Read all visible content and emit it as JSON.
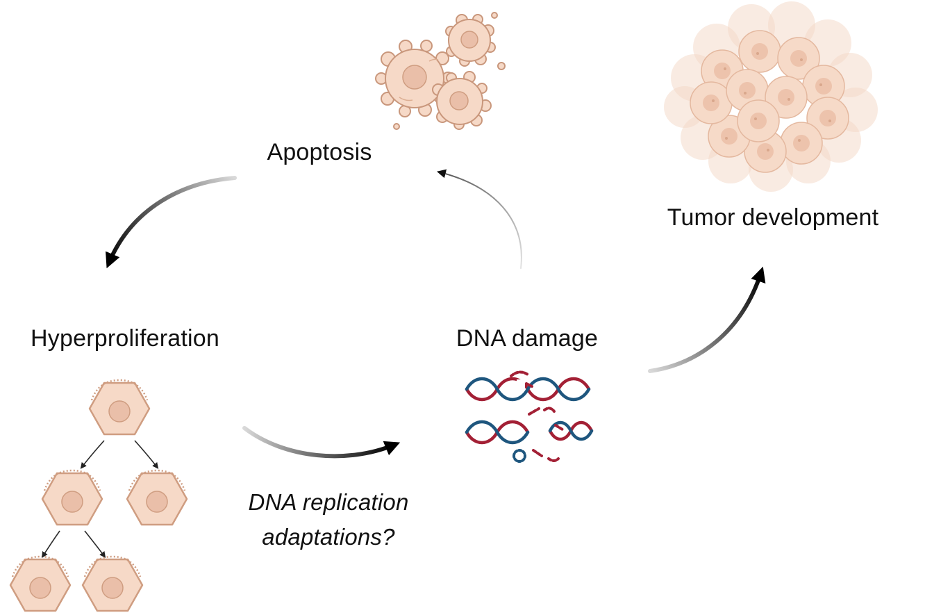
{
  "figure": {
    "nodes": {
      "apoptosis": {
        "label": "Apoptosis"
      },
      "hyperproliferation": {
        "label": "Hyperproliferation"
      },
      "dna_damage": {
        "label": "DNA damage"
      },
      "tumor_development": {
        "label": "Tumor development"
      }
    },
    "annotation": {
      "line1": "DNA replication",
      "line2": "adaptations?"
    },
    "edges": [
      {
        "from": "apoptosis",
        "to": "hyperproliferation",
        "style": "bold-gradient"
      },
      {
        "from": "hyperproliferation",
        "to": "dna_damage",
        "style": "bold-gradient",
        "label": "DNA replication adaptations?"
      },
      {
        "from": "dna_damage",
        "to": "apoptosis",
        "style": "thin"
      },
      {
        "from": "dna_damage",
        "to": "tumor_development",
        "style": "bold-gradient"
      }
    ],
    "icons": {
      "apoptotic-cells-icon": "three blebbing apoptotic cells",
      "cell-division-tree-icon": "cell dividing into daughter cells over two generations",
      "dna-break-icon": "two DNA double helices with strand breaks and fragments",
      "tumor-cell-cluster-icon": "mass of overlapping tumor cells"
    },
    "colors": {
      "cell_fill": "#f6d9c7",
      "cell_stroke": "#c9977c",
      "nucleus_fill": "#eabfa9",
      "dna_blue": "#1e567e",
      "dna_red": "#a32035",
      "arrow_dark": "#000000",
      "arrow_light": "#d9d9d9",
      "background": "#ffffff"
    }
  }
}
